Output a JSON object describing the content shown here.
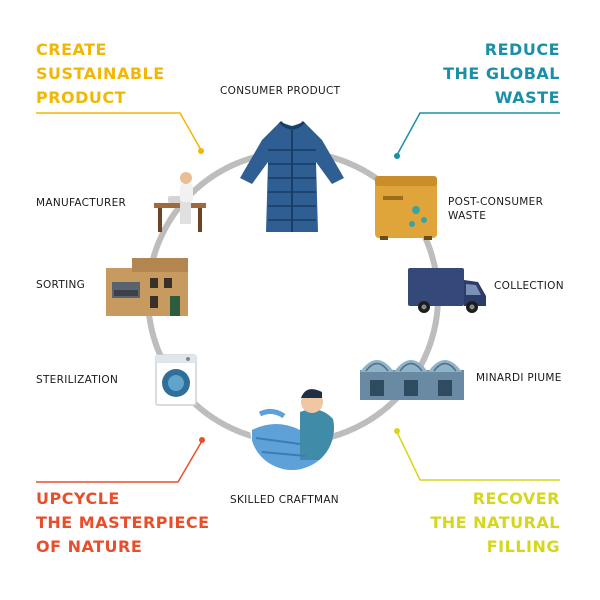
{
  "corners": {
    "create": {
      "text": "CREATE\nSUSTAINABLE\nPRODUCT",
      "color": "#f2b705"
    },
    "reduce": {
      "text": "REDUCE\nTHE GLOBAL\nWASTE",
      "color": "#1b8fa8"
    },
    "upcycle": {
      "text": "UPCYCLE\nTHE MASTERPIECE\nOF NATURE",
      "color": "#e94e2b"
    },
    "recover": {
      "text": "RECOVER\nTHE NATURAL\nFILLING",
      "color": "#d6d61e"
    }
  },
  "steps": {
    "consumer_product": "CONSUMER PRODUCT",
    "post_consumer_waste": "POST-CONSUMER\nWASTE",
    "collection": "COLLECTION",
    "minardi_piume": "MINARDI PIUME",
    "skilled_craftman": "SKILLED CRAFTMAN",
    "sterilization": "STERILIZATION",
    "sorting": "SORTING",
    "manufacturer": "MANUFACTURER"
  },
  "icons": {
    "jacket": "down-jacket-icon",
    "bin": "recycling-bin-icon",
    "van": "delivery-van-icon",
    "factory": "warehouse-icon",
    "craftman": "craftsman-icon",
    "washer": "washing-machine-icon",
    "sorting": "sorting-building-icon",
    "manufacturer": "sewing-worker-icon"
  },
  "colors": {
    "cycle": "#bdbdbd"
  }
}
